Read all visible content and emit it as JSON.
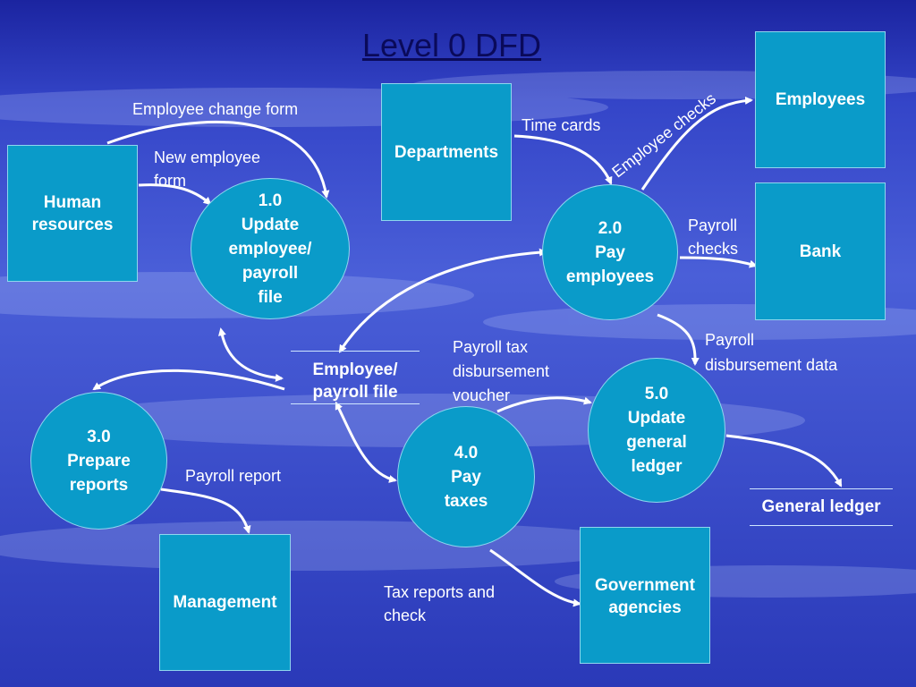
{
  "title": "Level 0 DFD",
  "entities": {
    "human_resources": [
      "Human",
      "resources"
    ],
    "departments": "Departments",
    "employees": "Employees",
    "bank": "Bank",
    "management": "Management",
    "government": [
      "Government",
      "agencies"
    ]
  },
  "processes": {
    "p1": [
      "1.0",
      "Update",
      "employee/",
      "payroll",
      "file"
    ],
    "p2": [
      "2.0",
      "Pay",
      "employees"
    ],
    "p3": [
      "3.0",
      "Prepare",
      "reports"
    ],
    "p4": [
      "4.0",
      "Pay",
      "taxes"
    ],
    "p5": [
      "5.0",
      "Update",
      "general",
      "ledger"
    ]
  },
  "stores": {
    "employee_payroll": [
      "Employee/",
      "payroll file"
    ],
    "general_ledger": "General ledger"
  },
  "flows": {
    "employee_change_form": "Employee change form",
    "new_employee_form": [
      "New employee",
      "form"
    ],
    "time_cards": "Time cards",
    "employee_checks": "Employee checks",
    "payroll_checks": [
      "Payroll",
      "checks"
    ],
    "payroll_disbursement": [
      "Payroll",
      "disbursement data"
    ],
    "payroll_tax_voucher": [
      "Payroll tax",
      "disbursement",
      "voucher"
    ],
    "payroll_report": "Payroll report",
    "tax_reports": [
      "Tax reports and",
      "check"
    ]
  },
  "colors": {
    "background_top": "#1e2aa8",
    "background_mid": "#3a4fd0",
    "box_fill": "#0a9bc9",
    "title": "#0a0a5a",
    "arrow": "#ffffff"
  }
}
